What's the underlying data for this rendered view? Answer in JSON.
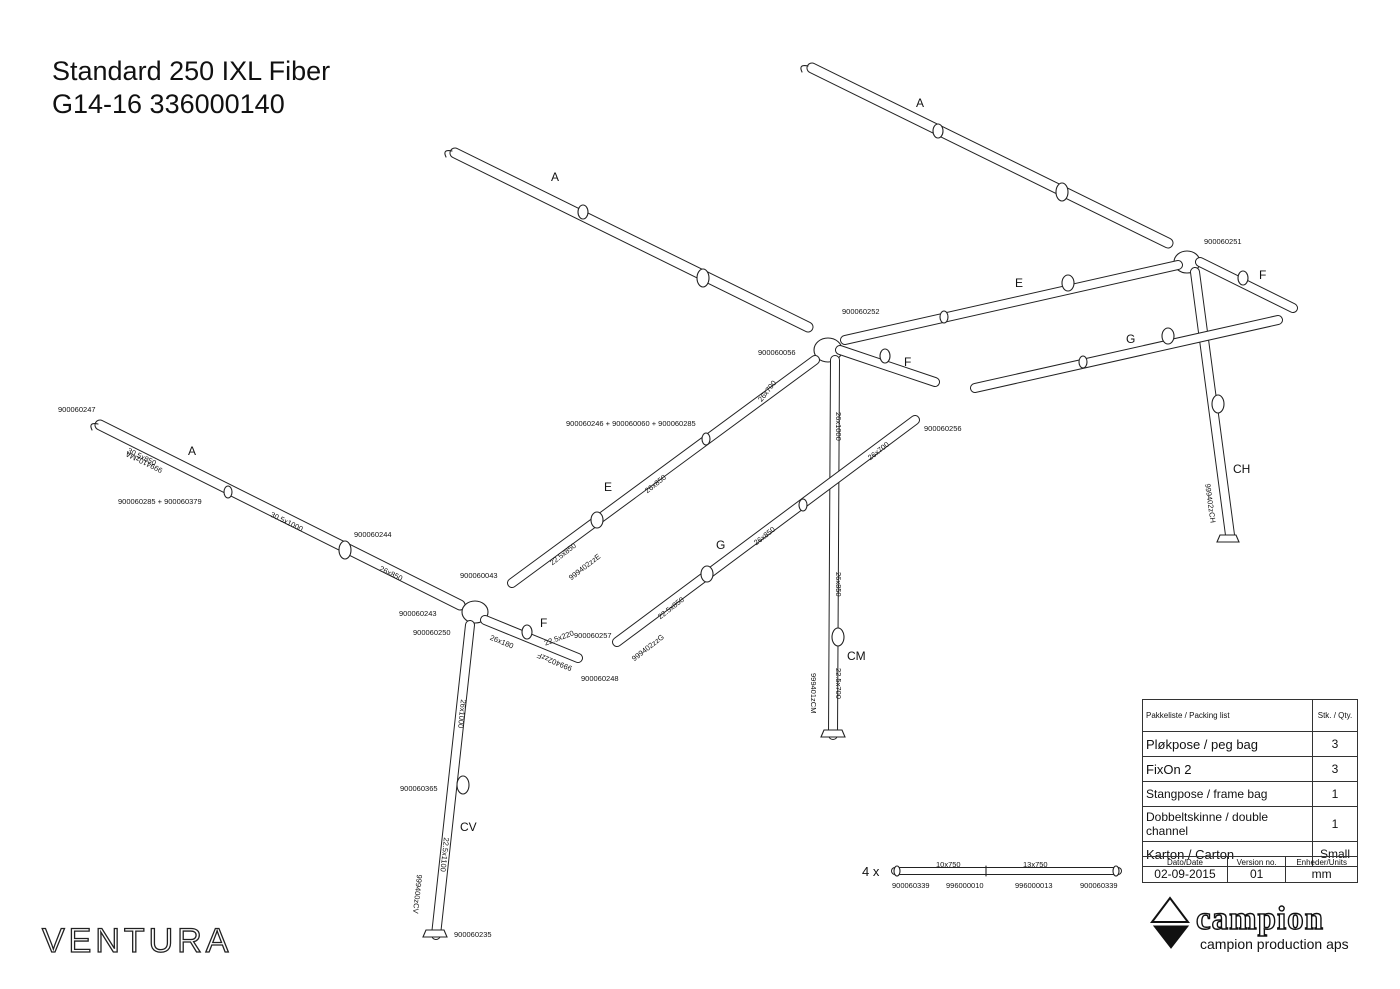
{
  "title": {
    "line1": "Standard 250 IXL Fiber",
    "line2": "G14-16 336000140"
  },
  "part_letters": {
    "a_top": "A",
    "a_mid": "A",
    "a_left": "A",
    "e_right": "E",
    "e_left": "E",
    "f_right": "F",
    "f_mid": "F",
    "f_left": "F",
    "g_right": "G",
    "g_left": "G",
    "ch": "CH",
    "cm": "CM",
    "cv": "CV"
  },
  "part_numbers": {
    "p900060251": "900060251",
    "p900060252": "900060252",
    "p900060056": "900060056",
    "p900060247": "900060247",
    "p900060246_combo": "900060246 + 900060060 + 900060285",
    "p900060256": "900060256",
    "p900060285_combo": "900060285 + 900060379",
    "p900060244": "900060244",
    "p900060043": "900060043",
    "p900060243": "900060243",
    "p900060250": "900060250",
    "p900060257": "900060257",
    "p900060248": "900060248",
    "p900060365": "900060365",
    "p900060235": "900060235"
  },
  "dimensions": {
    "d26x700_a": "26x700",
    "d26x1000_mid": "26x1000",
    "d26x850_e": "26x850",
    "d22_5x850_e": "22.5x850",
    "d26x700_b": "26x700",
    "d26x850_g": "26x850",
    "d22_5x850_g": "22.5x850",
    "d26x850_cm": "26x850",
    "d22_5x700_cm": "22.5x700",
    "d30_5x850": "30.5x850",
    "d30_5x1000": "30.5x1000",
    "d26x850_a": "26x850",
    "d26x180": "26x180",
    "d22_5x220": "22.5x220",
    "d26x1000_cv": "26x1000",
    "d22_5x1100": "22.5x1100"
  },
  "codes": {
    "c999410zMA": "999410zMA",
    "c999402zzE": "999402zzE",
    "c999402zzG": "999402zzG",
    "c999402zzF": "999402zzF",
    "c999401zCM": "999401zCM",
    "c999402zCH": "999402zCH",
    "c999400zCV": "999400zCV"
  },
  "spare_poles": {
    "multiplier": "4 x",
    "dim1": "10x750",
    "dim2": "13x750",
    "part1": "900060339",
    "part2": "996000010",
    "part3": "996000013",
    "part4": "900060339"
  },
  "packing_list": {
    "header_item": "Pakkeliste / Packing list",
    "header_qty": "Stk. / Qty.",
    "rows": [
      {
        "item": "Pløkpose / peg bag",
        "qty": "3"
      },
      {
        "item": "FixOn 2",
        "qty": "3"
      },
      {
        "item": "Stangpose / frame bag",
        "qty": "1"
      },
      {
        "item": "Dobbeltskinne / double channel",
        "qty": "1"
      },
      {
        "item": "Karton / Carton",
        "qty": "Small"
      }
    ]
  },
  "footer": {
    "date_label": "Dato/Date",
    "date_value": "02-09-2015",
    "version_label": "Version no.",
    "version_value": "01",
    "units_label": "Enheder/Units",
    "units_value": "mm"
  },
  "brand": {
    "ventura": "VENTURA",
    "campion": "campion",
    "campion_sub": "campion production aps"
  }
}
